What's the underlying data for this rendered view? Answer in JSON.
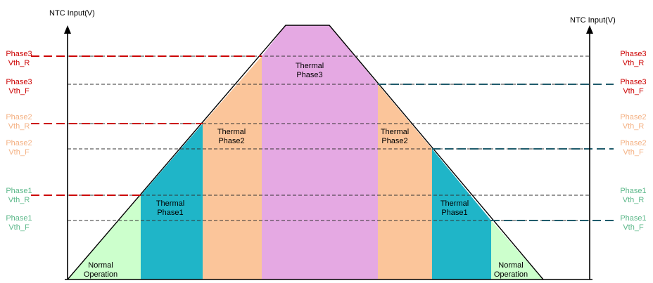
{
  "axes": {
    "left_title": "NTC Input(V)",
    "right_title": "NTC Input(V)"
  },
  "thresholds": {
    "phase3_r": {
      "line1": "Phase3",
      "line2": "Vth_R"
    },
    "phase3_f": {
      "line1": "Phase3",
      "line2": "Vth_F"
    },
    "phase2_r": {
      "line1": "Phase2",
      "line2": "Vth_R"
    },
    "phase2_f": {
      "line1": "Phase2",
      "line2": "Vth_F"
    },
    "phase1_r": {
      "line1": "Phase1",
      "line2": "Vth_R"
    },
    "phase1_f": {
      "line1": "Phase1",
      "line2": "Vth_F"
    }
  },
  "zones": {
    "normal_left": {
      "line1": "Normal",
      "line2": "Operation"
    },
    "phase1_left": {
      "line1": "Thermal",
      "line2": "Phase1"
    },
    "phase2_left": {
      "line1": "Thermal",
      "line2": "Phase2"
    },
    "phase3": {
      "line1": "Thermal",
      "line2": "Phase3"
    },
    "phase2_right": {
      "line1": "Thermal",
      "line2": "Phase2"
    },
    "phase1_right": {
      "line1": "Thermal",
      "line2": "Phase1"
    },
    "normal_right": {
      "line1": "Normal",
      "line2": "Operation"
    }
  },
  "colors": {
    "phase3": "#cc0000",
    "phase2": "#f4b183",
    "phase1": "#5cb88a",
    "zone_normal": "#ccffcc",
    "zone_phase1": "#1fb5c8",
    "zone_phase2": "#fbc59a",
    "zone_phase3": "#e5a9e3",
    "rising_dash": "#cc0000",
    "falling_dash": "#1f5b6b"
  }
}
